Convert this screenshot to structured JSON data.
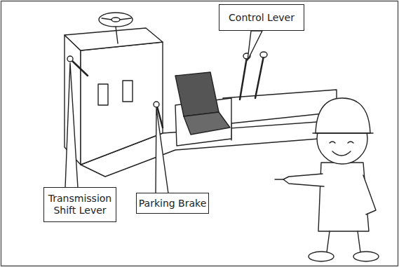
{
  "diagram": {
    "nodes": [
      {
        "text": [
          "Control Lever"
        ]
      },
      {
        "text": [
          "Transmission Shift Lever"
        ]
      },
      {
        "text": [
          "Parking Brake"
        ]
      }
    ]
  }
}
